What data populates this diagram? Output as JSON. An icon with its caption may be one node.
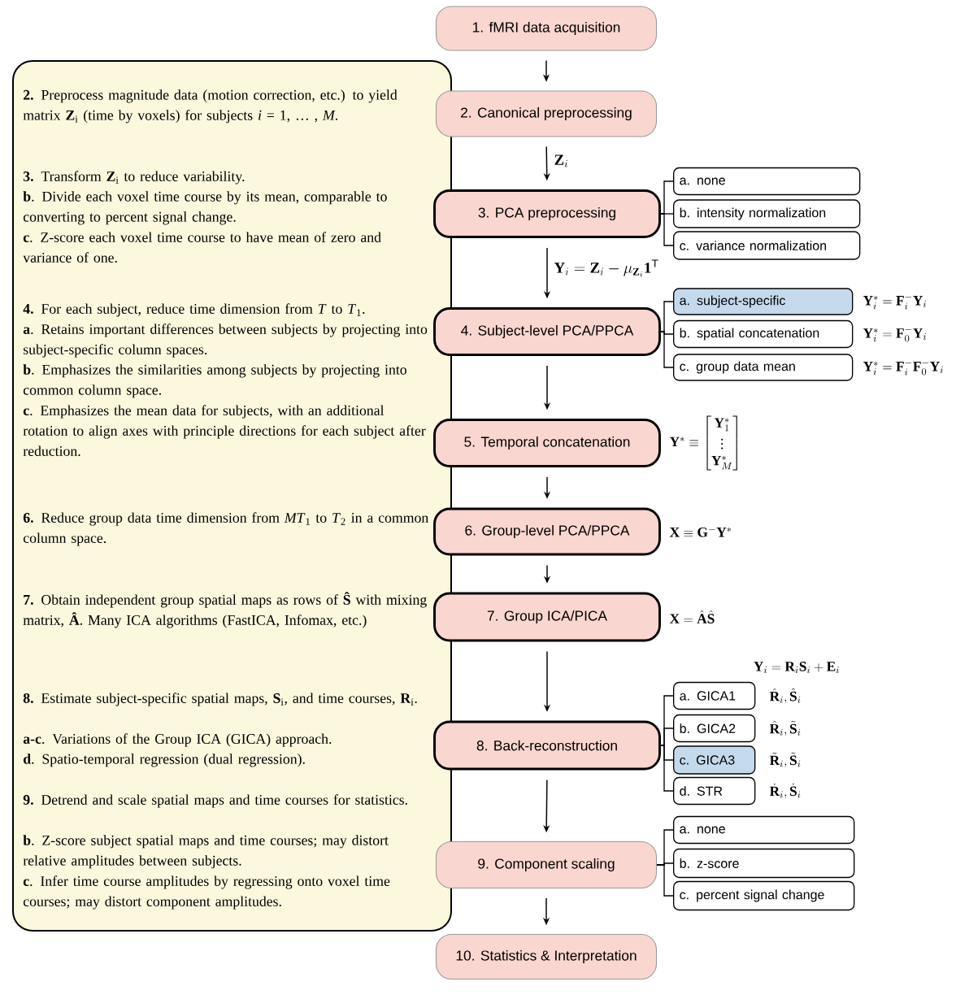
{
  "diagram": {
    "nodes": [
      {
        "text": [
          "**2.** Preprocess magnitude data (motion correction, etc.) to yield matrix **Z**$_{i}$ (time by voxels) for subjects *i* = 1, … , *M*.",
          "**3.** Transform **Z**$_{i}$ to reduce variability.",
          "**b**. Divide each voxel time course by its mean, comparable to converting to percent signal change.",
          "**c**. Z-score each voxel time course to have mean of zero and variance of one.",
          "**4.** For each subject, reduce time dimension from *T* to *T*$_{1}$.",
          "**a**. Retains important differences between subjects by projecting into subject-specific column spaces.",
          "**b**. Emphasizes the similarities among subjects by projecting into common column space.",
          "**c**. Emphasizes the mean data for subjects, with an additional rotation to align axes with principle directions for each subject after reduction.",
          "**6.** Reduce group data time dimension from *MT*$_{1}$ to *T*$_{2}$ in a common column space.",
          "**7.** Obtain independent group spatial maps as rows of **Ŝ** with mixing matrix, **Â**. Many ICA algorithms (FastICA, Infomax, etc.)",
          "**8.** Estimate subject-specific spatial maps, **S**$_{i}$, and time courses, **R**$_{i}$.",
          "**a-c**. Variations of the Group ICA (GICA) approach.",
          "**d**. Spatio-temporal regression (dual regression).",
          "**9.** Detrend and scale spatial maps and time courses for statistics.",
          "**b**. Z-score subject spatial maps and time courses; may distort relative amplitudes between subjects.",
          "**c**. Infer time course amplitudes by regressing onto voxel time courses; may distort component amplitudes."
        ]
      },
      {
        "text": [
          "1. fMRI data acquisition"
        ]
      },
      {
        "text": [
          "2. Canonical preprocessing"
        ]
      },
      {
        "text": [
          "3. PCA preprocessing"
        ]
      },
      {
        "text": [
          "a. none"
        ]
      },
      {
        "text": [
          "b. intensity normalization"
        ]
      },
      {
        "text": [
          "c. variance normalization"
        ]
      },
      {
        "text": [
          "4. Subject-level PCA/PPCA"
        ]
      },
      {
        "text": [
          "a. subject-specific"
        ],
        "beside": [
          "\\mathbf{Y}_i^{*}=\\mathbf{F}_i^{-}\\mathbf{Y}_i"
        ]
      },
      {
        "text": [
          "b. spatial concatenation"
        ],
        "beside": [
          "\\mathbf{Y}_i^{*}=\\mathbf{F}_0^{-}\\mathbf{Y}_i"
        ]
      },
      {
        "text": [
          "c. group data mean"
        ],
        "beside": [
          "\\mathbf{Y}_i^{*}=\\mathbf{F}_i^{-}\\mathbf{F}_0^{-}\\mathbf{Y}_i"
        ]
      },
      {
        "text": [
          "5. Temporal concatenation"
        ],
        "beside": [
          "\\mathbf{Y}^{*}\\equiv\\begin{bmatrix}\\mathbf{Y}_1^{*}\\\\ \\vdots\\\\ \\mathbf{Y}_M^{*}\\end{bmatrix}"
        ]
      },
      {
        "text": [
          "6. Group-level PCA/PPCA"
        ],
        "beside": [
          "\\mathbf{X}\\equiv\\mathbf{G}^{-}\\mathbf{Y}^{*}"
        ]
      },
      {
        "text": [
          "7. Group ICA/PICA"
        ],
        "beside": [
          "\\mathbf{X}=\\hat{\\mathbf{A}}\\hat{\\mathbf{S}}"
        ]
      },
      {
        "text": [
          "8. Back-reconstruction"
        ]
      },
      {
        "text": [
          "a. GICA1"
        ],
        "beside": [
          "\\hat{\\mathbf{R}}_i,\\hat{\\mathbf{S}}_i"
        ]
      },
      {
        "text": [
          "b. GICA2"
        ],
        "beside": [
          "\\hat{\\mathbf{R}}_i,\\tilde{\\mathbf{S}}_i"
        ]
      },
      {
        "text": [
          "c. GICA3"
        ],
        "beside": [
          "\\tilde{\\mathbf{R}}_i,\\tilde{\\mathbf{S}}_i"
        ]
      },
      {
        "text": [
          "d. STR"
        ],
        "beside": [
          "\\dot{\\mathbf{R}}_i,\\dot{\\mathbf{S}}_i"
        ]
      },
      {
        "text": [
          "9. Component scaling"
        ]
      },
      {
        "text": [
          "a. none"
        ]
      },
      {
        "text": [
          "b. z-score"
        ]
      },
      {
        "text": [
          "c. percent signal change"
        ]
      },
      {
        "text": [
          "10. Statistics & Interpretation"
        ]
      }
    ],
    "edges": [
      {
        "from": 1,
        "to": 2,
        "arrow": "to"
      },
      {
        "from": 2,
        "to": 3,
        "arrow": "to",
        "label": "\\mathbf{Z}_i"
      },
      {
        "from": 3,
        "to": 7,
        "arrow": "to",
        "label": "\\mathbf{Y}_i=\\mathbf{Z}_i-\\mu_{\\mathbf{Z}_i}\\mathbf{1}^{\\mathsf{T}}"
      },
      {
        "from": 7,
        "to": 11,
        "arrow": "to"
      },
      {
        "from": 11,
        "to": 12,
        "arrow": "to"
      },
      {
        "from": 12,
        "to": 13,
        "arrow": "to"
      },
      {
        "from": 13,
        "to": 14,
        "arrow": "to"
      },
      {
        "from": 14,
        "to": 19,
        "arrow": "to"
      },
      {
        "from": 19,
        "to": 23,
        "arrow": "to"
      },
      {
        "from": 3,
        "to": 4,
        "arrow": "none"
      },
      {
        "from": 3,
        "to": 5,
        "arrow": "none"
      },
      {
        "from": 3,
        "to": 6,
        "arrow": "none"
      },
      {
        "from": 7,
        "to": 8,
        "arrow": "none"
      },
      {
        "from": 7,
        "to": 9,
        "arrow": "none"
      },
      {
        "from": 7,
        "to": 10,
        "arrow": "none"
      },
      {
        "from": 14,
        "to": 15,
        "arrow": "none"
      },
      {
        "from": 14,
        "to": 16,
        "arrow": "none"
      },
      {
        "from": 14,
        "to": 17,
        "arrow": "none"
      },
      {
        "from": 14,
        "to": 18,
        "arrow": "none"
      },
      {
        "from": 19,
        "to": 20,
        "arrow": "none"
      },
      {
        "from": 19,
        "to": 21,
        "arrow": "none"
      },
      {
        "from": 19,
        "to": 22,
        "arrow": "none"
      }
    ],
    "labels": [
      "\\mathbf{Y}_i=\\mathbf{R}_i\\mathbf{S}_i+\\mathbf{E}_i"
    ]
  }
}
